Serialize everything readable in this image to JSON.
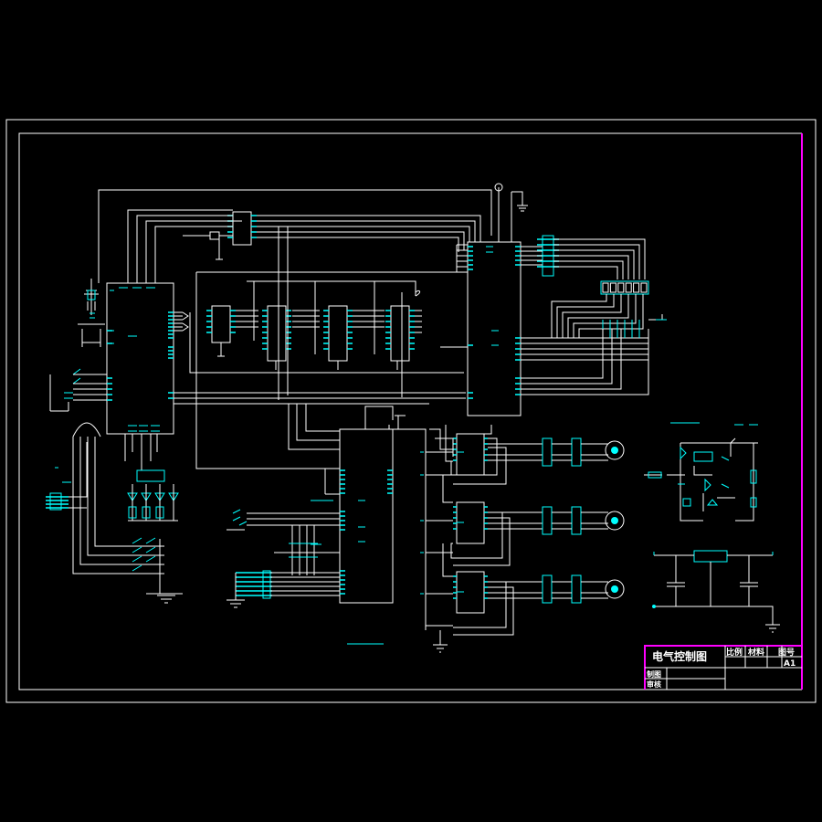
{
  "title_block": {
    "title": "电气控制图",
    "scale_label": "比例",
    "material_label": "材料",
    "drawing_no_label": "图号",
    "drawing_no_value": "A1",
    "drawn_by_label": "制图",
    "checked_by_label": "审核"
  },
  "colors": {
    "background": "#000000",
    "wire": "#ffffff",
    "component": "#00ffff",
    "title_frame": "#ff00ff"
  }
}
